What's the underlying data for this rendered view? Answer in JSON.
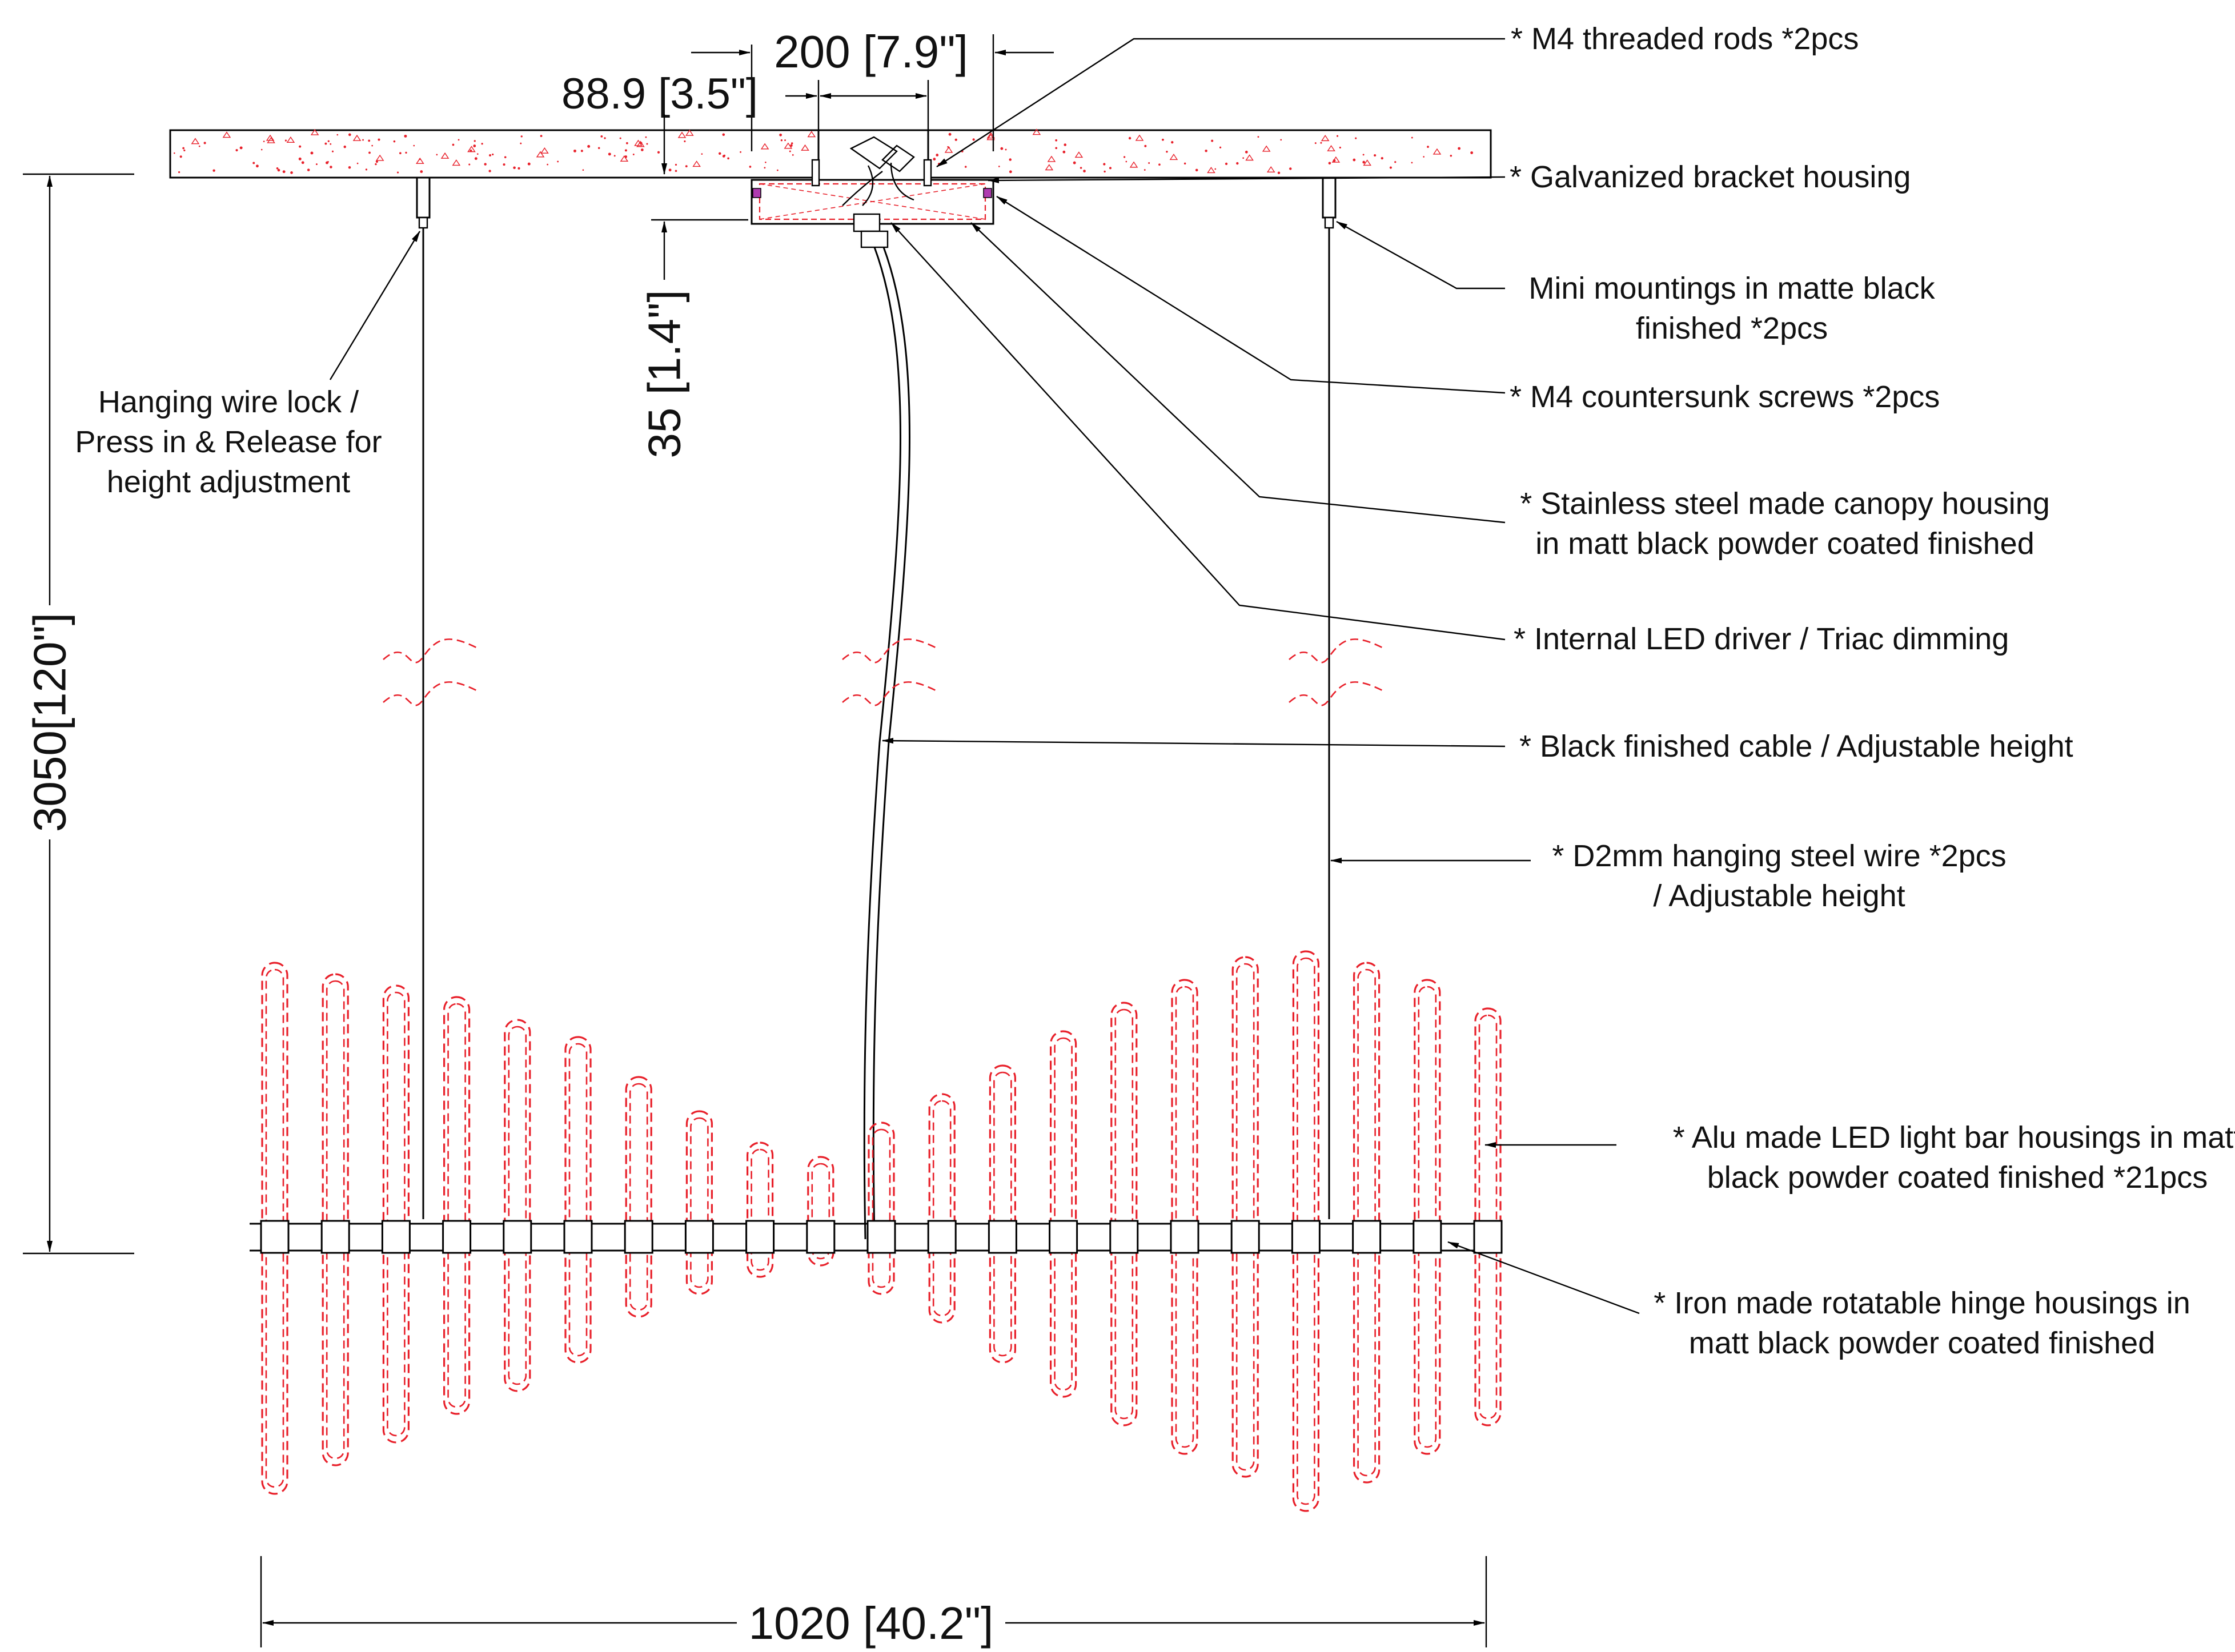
{
  "drawing": {
    "dimensions": {
      "overall_height": "3050[120\"]",
      "overall_width": "1020 [40.2\"]",
      "rod_spacing": "200 [7.9\"]",
      "canopy_width": "88.9 [3.5\"]",
      "canopy_depth": "35 [1.4\"]"
    },
    "left_label": {
      "lines": [
        "Hanging wire lock /",
        "Press in & Release for",
        "height adjustment"
      ]
    },
    "callouts": [
      {
        "lines": [
          "* M4 threaded rods *2pcs"
        ]
      },
      {
        "lines": [
          "* Galvanized bracket housing"
        ]
      },
      {
        "lines": [
          "Mini mountings in matte black",
          "finished *2pcs"
        ]
      },
      {
        "lines": [
          "* M4 countersunk screws *2pcs"
        ]
      },
      {
        "lines": [
          "* Stainless steel made canopy housing",
          "in matt black powder coated finished"
        ]
      },
      {
        "lines": [
          "* Internal LED driver / Triac dimming"
        ]
      },
      {
        "lines": [
          "* Black finished cable / Adjustable height"
        ]
      },
      {
        "lines": [
          "* D2mm hanging steel wire *2pcs",
          "/ Adjustable height"
        ]
      },
      {
        "lines": [
          "* Alu made LED light bar housings in matt",
          "black powder coated finished *21pcs"
        ]
      },
      {
        "lines": [
          "* Iron made rotatable hinge housings in",
          "matt black powder coated finished"
        ]
      }
    ],
    "bars": [
      {
        "top": 0.96,
        "bottom": 0.9
      },
      {
        "top": 0.92,
        "bottom": 0.8
      },
      {
        "top": 0.88,
        "bottom": 0.72
      },
      {
        "top": 0.84,
        "bottom": 0.62
      },
      {
        "top": 0.76,
        "bottom": 0.54
      },
      {
        "top": 0.7,
        "bottom": 0.44
      },
      {
        "top": 0.56,
        "bottom": 0.28
      },
      {
        "top": 0.44,
        "bottom": 0.2
      },
      {
        "top": 0.33,
        "bottom": 0.14
      },
      {
        "top": 0.28,
        "bottom": 0.1
      },
      {
        "top": 0.4,
        "bottom": 0.2
      },
      {
        "top": 0.5,
        "bottom": 0.3
      },
      {
        "top": 0.6,
        "bottom": 0.44
      },
      {
        "top": 0.72,
        "bottom": 0.56
      },
      {
        "top": 0.82,
        "bottom": 0.66
      },
      {
        "top": 0.9,
        "bottom": 0.76
      },
      {
        "top": 0.98,
        "bottom": 0.84
      },
      {
        "top": 1.0,
        "bottom": 0.96
      },
      {
        "top": 0.96,
        "bottom": 0.86
      },
      {
        "top": 0.9,
        "bottom": 0.76
      },
      {
        "top": 0.8,
        "bottom": 0.66
      }
    ]
  }
}
